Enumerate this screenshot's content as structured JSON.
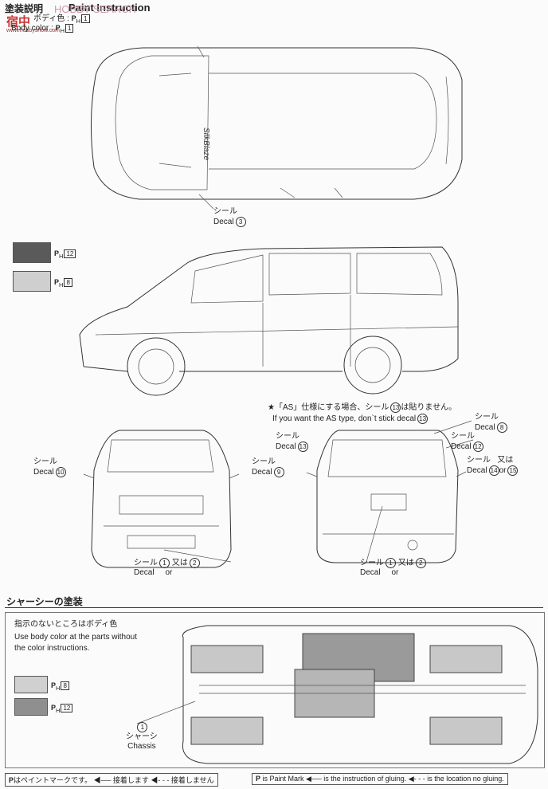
{
  "header": {
    "jp_title": "塗装説明",
    "title": "Paint Instruction",
    "watermark": "中",
    "watermark_site": "HOBBY SEARCH",
    "watermark_logo": "宿中",
    "watermark_url": "www.hobbyshow.com",
    "body_color_jp": "ボディ色",
    "body_color_label": "Body color",
    "body_color_code": "1"
  },
  "paint_mark": "P",
  "paint_sub": "H",
  "top_view": {
    "decal_jp": "シール",
    "decal": "Decal",
    "decal_num": "3",
    "windshield_text": "SilkBlaze"
  },
  "side_swatches": [
    {
      "code": "12",
      "color": "#5a5a5a"
    },
    {
      "code": "8",
      "color": "#cfcfcf"
    }
  ],
  "as_note": {
    "jp_prefix": "★「AS」仕様にする場合、シール",
    "jp_num": "13",
    "jp_suffix": "は貼りません。",
    "en_prefix": "If you want the AS type, don`t stick decal",
    "en_num": "13"
  },
  "front_view": {
    "left_decal_jp": "シール",
    "left_decal": "Decal",
    "left_num": "10",
    "right_decal_jp": "シール",
    "right_decal": "Decal",
    "right_num": "9",
    "bottom_decal_jp": "シール",
    "bottom_decal": "Decal",
    "bottom_num1": "1",
    "bottom_or_jp": "又は",
    "bottom_or": "or",
    "bottom_num2": "2"
  },
  "rear_view": {
    "d13_jp": "シール",
    "d13": "Decal",
    "d13_num": "13",
    "d8_jp": "シール",
    "d8": "Decal",
    "d8_num": "8",
    "d12_jp": "シール",
    "d12": "Decal",
    "d12_num": "12",
    "d14_jp": "シール",
    "d14": "Decal",
    "d14_num": "14",
    "d14_or_jp": "又は",
    "d14_or": "or",
    "d15_num": "15",
    "bottom_decal_jp": "シール",
    "bottom_decal": "Decal",
    "bottom_num1": "1",
    "bottom_or_jp": "又は",
    "bottom_or": "or",
    "bottom_num2": "2"
  },
  "chassis": {
    "section_title": "シャーシーの塗装",
    "note_jp": "指示のないところはボディ色",
    "note_en_1": "Use body color at the parts without",
    "note_en_2": "the color instructions.",
    "swatches": [
      {
        "code": "8",
        "color": "#d0d0d0"
      },
      {
        "code": "12",
        "color": "#8f8f8f"
      }
    ],
    "part_num": "1",
    "part_jp": "シャーシ",
    "part_en": "Chassis"
  },
  "legend": {
    "jp_paint": "はペイントマークです。",
    "jp_glue": "接着します",
    "jp_noglue": "接着しません",
    "en_paint": "is Paint Mark",
    "en_glue": "is the instruction of gluing.",
    "en_noglue": "is the location no gluing."
  }
}
